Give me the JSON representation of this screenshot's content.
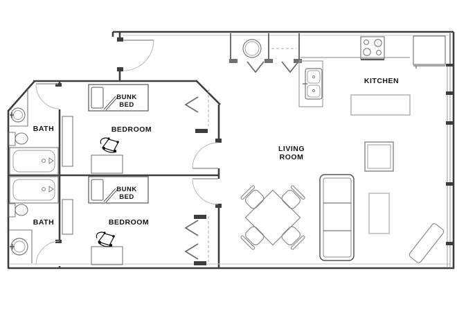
{
  "plan": {
    "type": "apartment-floor-plan",
    "labels": {
      "bath_top": "BATH",
      "bath_bottom": "BATH",
      "bedroom_top": "BEDROOM",
      "bedroom_bottom": "BEDROOM",
      "bunk_bed_top": {
        "line1": "BUNK",
        "line2": "BED"
      },
      "bunk_bed_bottom": {
        "line1": "BUNK",
        "line2": "BED"
      },
      "living_room": {
        "line1": "LIVING",
        "line2": "ROOM"
      },
      "kitchen": "KITCHEN"
    },
    "colors": {
      "wall": "#3d3d3d",
      "partition": "#6e6e6e",
      "fixture": "#7a7a7a",
      "fixture_light": "#9e9e9e",
      "door_arc": "#b8b8b8",
      "dashed_line": "#aaaaaa",
      "text": "#111111",
      "background": "#ffffff"
    }
  }
}
